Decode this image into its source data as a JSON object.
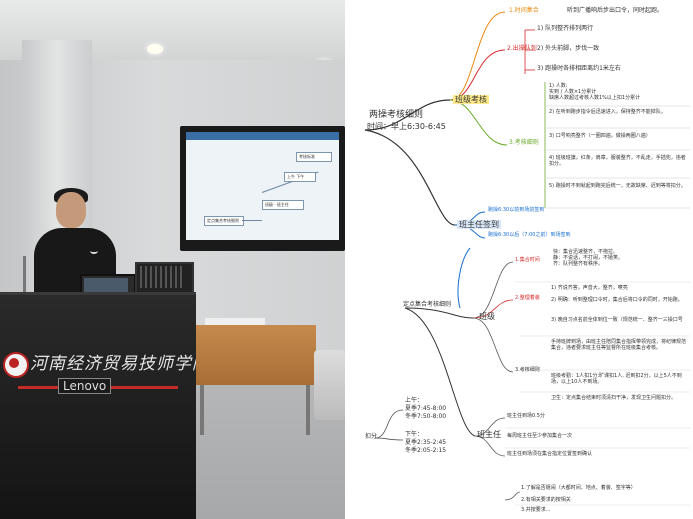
{
  "podium": {
    "school_name": "河南经济贸易技师学院",
    "brand": "Lenovo"
  },
  "screen": {
    "root_label": "定点集合考核细则",
    "node_a": "班级 · 班主任",
    "node_b": "上午 下午",
    "node_c": "考核标准"
  },
  "mindmap": {
    "root_title": "两操考核细则",
    "root_time": "时间：早上6:30-6:45",
    "class_assess": "班级考核",
    "time_node": "1.时间集合",
    "time_desc": "听到广播响后步出口令，同时起跑。",
    "attendance_node": "2.出操队列",
    "attendance_items": [
      "1) 队列整齐排列两行",
      "2) 外头前脚，步伐一致",
      "3) 跑操时各排相距离约1米左右"
    ],
    "exam_node": "3.考核细则",
    "exam_items": [
      "1) 人数:\n实到 / 人数×1分累计\n缺席人数超过考核人数1%以上扣1分累计",
      "2) 在听到跑步指令后迅速进入，保持整齐不能掉队。",
      "3) 口号响亮整齐（一圈四遍，做操两圈八遍）",
      "4) 班级班旗，红条，肩章，服装整齐，不乱走，手插兜，违者扣分。",
      "5) 跑操时不到就起到跑完后统一，无故缺席、迟到等将扣分。"
    ],
    "head_sign": "班主任签到",
    "head_sign_items": [
      "跑操6:30以前到场前签到",
      "跑操6:30以后（7:00之前）到场签到"
    ],
    "gather_root": "定点集合考核细则",
    "gather_class": "班级",
    "gather_c1": "1.集合时间",
    "gather_c1_desc": "快：集合迅速整齐，不拖拉。\n静：不说话，不打闹，不嬉笑。\n齐：队列整齐有秩序。",
    "gather_c2": "2.整理着装",
    "gather_c2_items": [
      "1) 齐说齐答，声音大，整齐，嘹亮",
      "2) 明确：听到整理口令时，集合后将口令的同时，开始跑。",
      "3) 晚自习点名前全体到位一致（规范统一、整齐一三操口号"
    ],
    "gather_c3": "3.考核细则",
    "gather_c3_items": [
      "手持班牌到场，由班主任陪同集合指挥带领完成，将纪律规范集合，违者要求班主任等监督所在班级集合考核。",
      "班级考勤：1人扣1分;旷课扣1人, 迟到扣2分，以上5人不到场，以上10人不到场。",
      "卫生：定点集合结束时须清扫干净，发现卫生问题扣分。"
    ],
    "gather_head": "班主任",
    "gather_head_items": [
      "班主任到场0.5分",
      "每周班主任至少参加集合一次",
      "班主任到场须在集合指定位置签到确认"
    ],
    "gather_times": {
      "am_title": "上午：",
      "am_items": [
        "夏季7:45-8:00",
        "冬季7:50-8:00"
      ],
      "pm_title": "下午：",
      "pm_items": [
        "夏季2:35-2:45",
        "冬季2:05-2:15"
      ]
    },
    "score_label": "扣分",
    "bottom_items": [
      "1.了解是否嬉闹（大都时间、地点、着装、签字等）",
      "2.有相关要求的按相关",
      "3.并按要求..."
    ]
  }
}
